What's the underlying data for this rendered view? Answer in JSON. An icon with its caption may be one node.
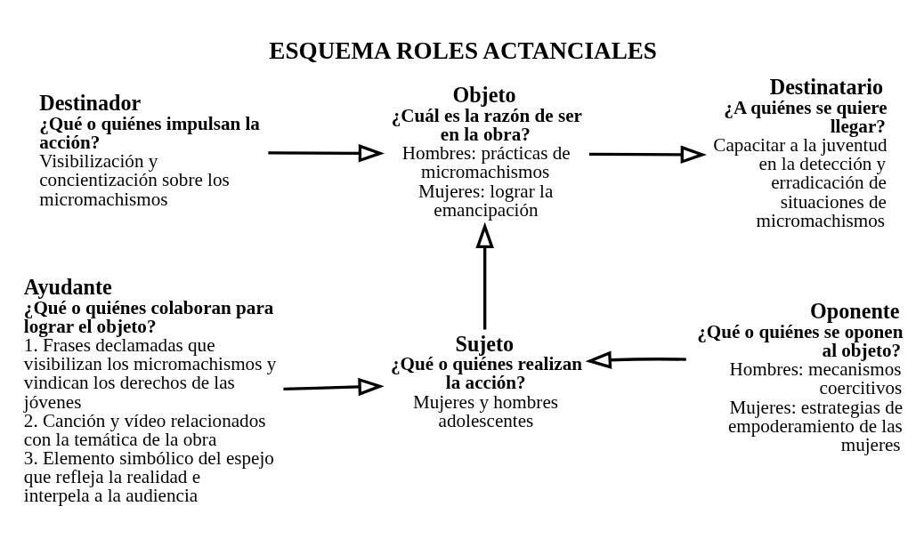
{
  "diagram": {
    "title": "ESQUEMA ROLES ACTANCIALES",
    "nodes": [
      {
        "text": [
          "Destinador",
          "¿Qué o quiénes impulsan la acción?",
          "Visibilización y concientización sobre los micromachismos"
        ]
      },
      {
        "text": [
          "Objeto",
          "¿Cuál es la razón de ser en la obra?",
          "Hombres: prácticas de micromachismos",
          "Mujeres: lograr la emancipación"
        ]
      },
      {
        "text": [
          "Destinatario",
          "¿A quiénes se quiere llegar?",
          "Capacitar a la juventud en la detección y erradicación de situaciones de micromachismos"
        ]
      },
      {
        "text": [
          "Ayudante",
          "¿Qué o quiénes colaboran para lograr el objeto?",
          "1. Frases declamadas que visibilizan los micromachismos y vindican los derechos de las jóvenes",
          "2. Canción y vídeo relacionados con la temática de la obra",
          "3. Elemento simbólico del espejo que refleja la realidad e interpela a la audiencia"
        ]
      },
      {
        "text": [
          "Sujeto",
          "¿Qué o quiénes realizan la acción?",
          "Mujeres y hombres adolescentes"
        ]
      },
      {
        "text": [
          "Oponente",
          "¿Qué o quiénes se oponen al objeto?",
          "Hombres: mecanismos coercitivos",
          "Mujeres: estrategias de empoderamiento de las mujeres"
        ]
      }
    ],
    "edges": [
      {
        "from": 0,
        "to": 1,
        "arrow": "to"
      },
      {
        "from": 1,
        "to": 2,
        "arrow": "to"
      },
      {
        "from": 4,
        "to": 1,
        "arrow": "to"
      },
      {
        "from": 3,
        "to": 4,
        "arrow": "to"
      },
      {
        "from": 5,
        "to": 4,
        "arrow": "to"
      }
    ]
  }
}
